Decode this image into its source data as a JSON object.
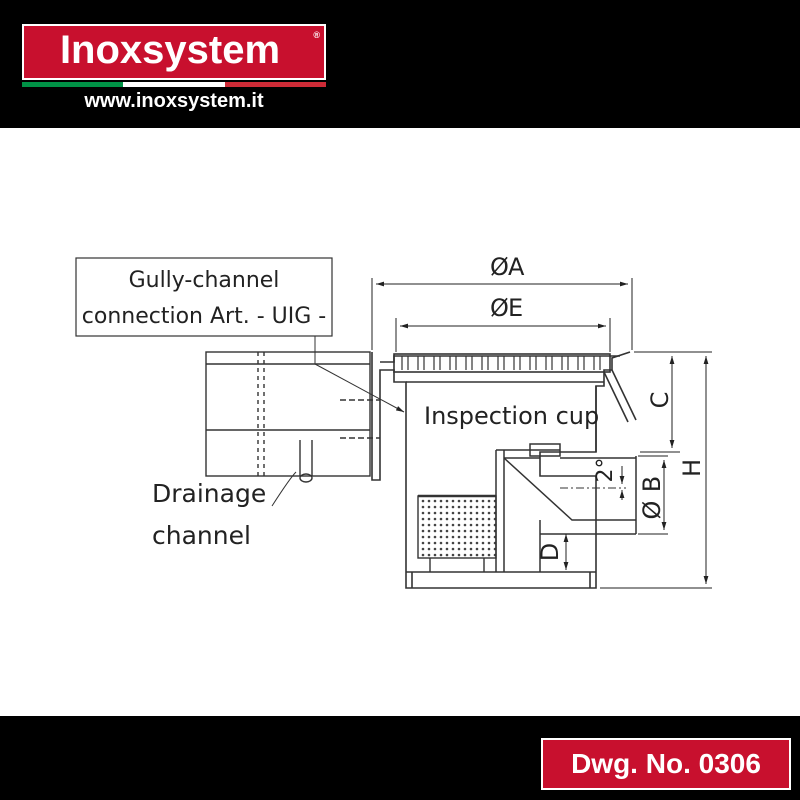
{
  "header": {
    "logo_text": "Inoxsystem",
    "logo_registered": "®",
    "website": "www.inoxsystem.it",
    "brand_color": "#c8102e",
    "flag_colors": [
      "#009246",
      "#ffffff",
      "#ce2b37"
    ]
  },
  "footer": {
    "drawing_number": "Dwg. No. 0306"
  },
  "diagram": {
    "callout_gully": [
      "Gully-channel",
      "connection Art. - UIG -"
    ],
    "label_inspection": "Inspection cup",
    "label_drainage": [
      "Drainage",
      "channel"
    ],
    "dim_a": "A",
    "dim_e": "E",
    "dim_b": "B",
    "dim_c": "C",
    "dim_d": "D",
    "dim_h": "H",
    "angle": "2°",
    "diameter_symbol": "Ø"
  }
}
